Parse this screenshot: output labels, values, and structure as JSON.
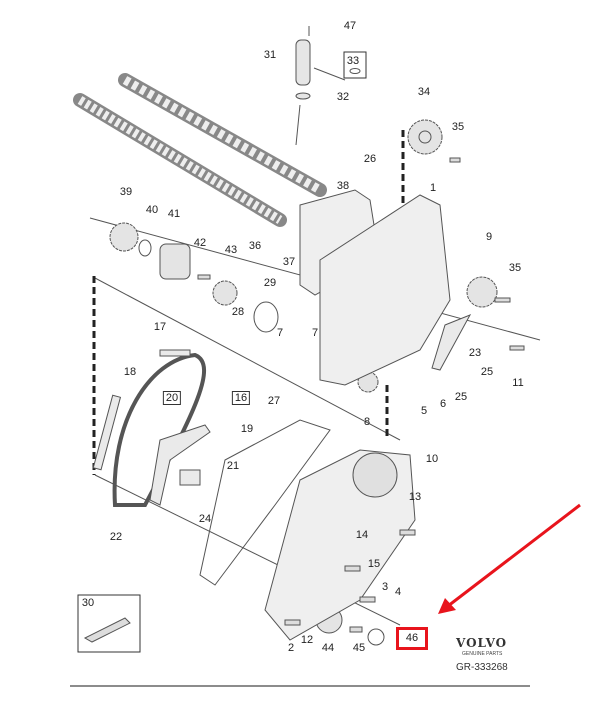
{
  "diagram": {
    "labels": {
      "p47": "47",
      "p31": "31",
      "p33": "33",
      "p32": "32",
      "p34": "34",
      "p35a": "35",
      "p26": "26",
      "p38": "38",
      "p1": "1",
      "p39": "39",
      "p40": "40",
      "p41": "41",
      "p36": "36",
      "p37": "37",
      "p42": "42",
      "p43": "43",
      "p9": "9",
      "p35b": "35",
      "p29": "29",
      "p28": "28",
      "p7a": "7",
      "p7b": "7",
      "p17": "17",
      "p23": "23",
      "p25a": "25",
      "p25b": "25",
      "p11": "11",
      "p5": "5",
      "p6": "6",
      "p8": "8",
      "p18": "18",
      "p20": "20",
      "p16": "16",
      "p27": "27",
      "p19": "19",
      "p21": "21",
      "p10": "10",
      "p24": "24",
      "p13": "13",
      "p22": "22",
      "p14": "14",
      "p15": "15",
      "p3": "3",
      "p4": "4",
      "p30": "30",
      "p2": "2",
      "p12": "12",
      "p44": "44",
      "p45": "45"
    },
    "highlighted_part": "46",
    "highlight_color": "#e8141c",
    "brand": "VOLVO",
    "brand_sub": "GENUINE PARTS",
    "drawing_code": "GR-333268"
  }
}
